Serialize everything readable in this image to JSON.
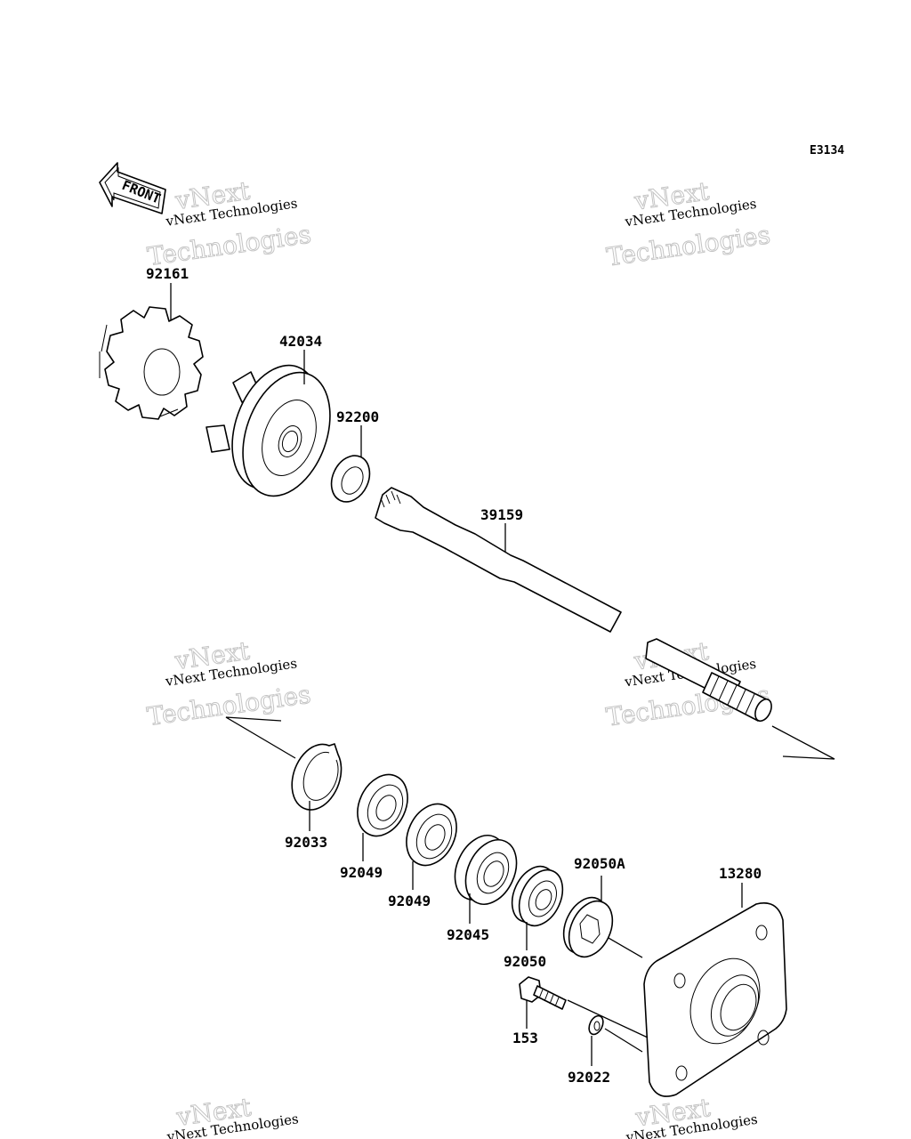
{
  "diagram_code": "E3134",
  "front_label": "FRONT",
  "watermark": {
    "line1": "vNext Technologies",
    "line2": "vNext",
    "line3": "Technologies"
  },
  "parts": {
    "p92161": "92161",
    "p42034": "42034",
    "p92200": "92200",
    "p39159": "39159",
    "p92033": "92033",
    "p92049a": "92049",
    "p92049b": "92049",
    "p92045": "92045",
    "p92050": "92050",
    "p92050A": "92050A",
    "p13280": "13280",
    "p153": "153",
    "p92022": "92022"
  }
}
